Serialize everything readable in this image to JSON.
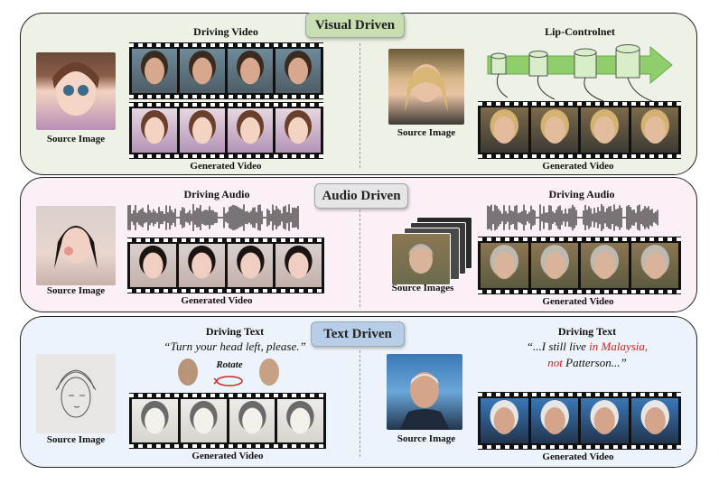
{
  "sections": {
    "visual": {
      "badge": "Visual Driven",
      "bg": "#eef2e6",
      "badge_bg": "#c9deb0"
    },
    "audio": {
      "badge": "Audio Driven",
      "bg": "#fbf0f7",
      "badge_bg": "#e5e5e5"
    },
    "text": {
      "badge": "Text Driven",
      "bg": "#edf3fa",
      "badge_bg": "#b7cde8"
    }
  },
  "visual": {
    "driving_video": "Driving Video",
    "source_image_left": "Source Image",
    "generated_left": "Generated Video",
    "lip_controlnet": "Lip-Controlnet",
    "source_image_right": "Source Image",
    "generated_right": "Generated Video"
  },
  "audio": {
    "driving_audio_left": "Driving Audio",
    "source_image_left": "Source Image",
    "generated_left": "Generated Video",
    "driving_audio_right": "Driving Audio",
    "source_images_right": "Source Images",
    "generated_right": "Generated Video"
  },
  "text": {
    "driving_text_left": "Driving Text",
    "quote_left": "“Turn your head left, please.”",
    "rotate": "Rotate",
    "source_image_left": "Source Image",
    "generated_left": "Generated Video",
    "driving_text_right": "Driving Text",
    "quote_right_1a": "“...I still live ",
    "quote_right_1b": "in Malaysia,",
    "quote_right_2a": "not",
    "quote_right_2b": " Patterson...”",
    "source_image_right": "Source Image",
    "generated_right": "Generated Video"
  },
  "colors": {
    "accent_red": "#d42020",
    "arrow_green": "#7fbf55"
  }
}
